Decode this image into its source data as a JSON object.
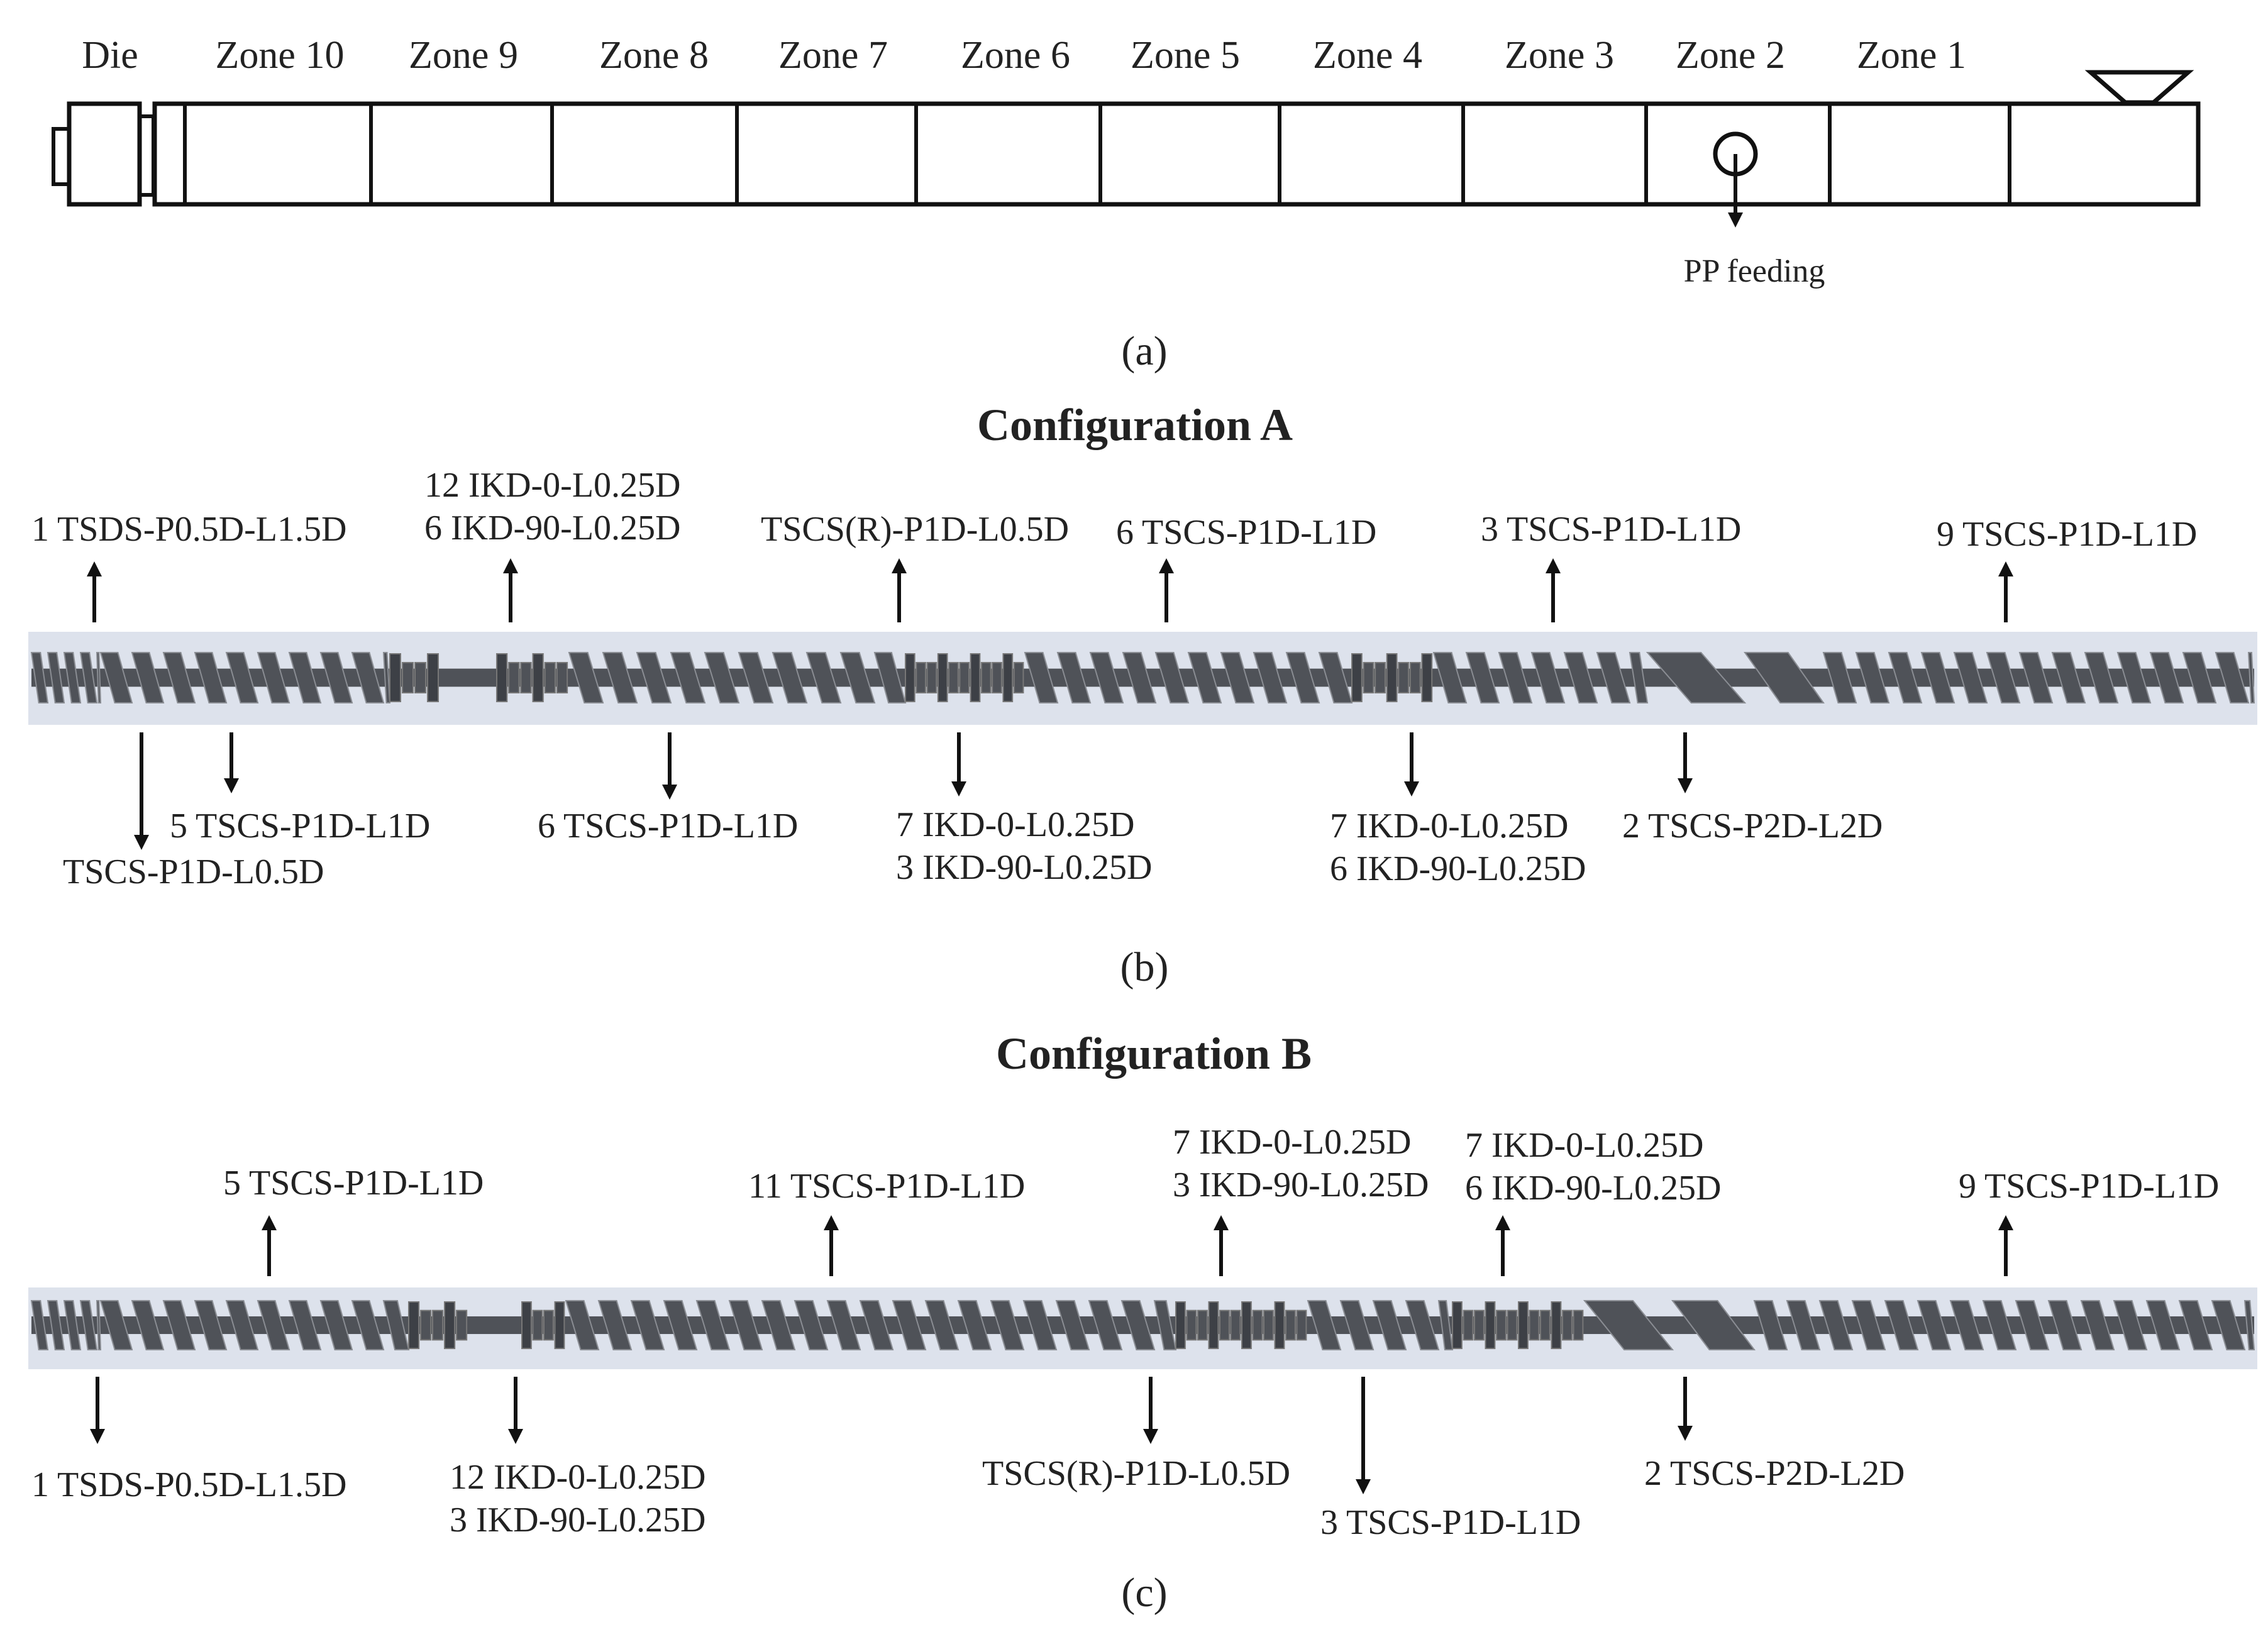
{
  "panel_a": {
    "die_label": "Die",
    "zones": [
      "Zone 10",
      "Zone 9",
      "Zone 8",
      "Zone 7",
      "Zone 6",
      "Zone 5",
      "Zone 4",
      "Zone 3",
      "Zone 2",
      "Zone 1"
    ],
    "feed_label": "PP feeding",
    "caption": "(a)"
  },
  "panel_b": {
    "title": "Configuration A",
    "caption": "(b)",
    "top": [
      {
        "lines": [
          "1 TSDS-P0.5D-L1.5D"
        ]
      },
      {
        "lines": [
          "12 IKD-0-L0.25D",
          "6 IKD-90-L0.25D"
        ]
      },
      {
        "lines": [
          "TSCS(R)-P1D-L0.5D"
        ]
      },
      {
        "lines": [
          "6 TSCS-P1D-L1D"
        ]
      },
      {
        "lines": [
          "3 TSCS-P1D-L1D"
        ]
      },
      {
        "lines": [
          "9 TSCS-P1D-L1D"
        ]
      }
    ],
    "bottom": [
      {
        "lines": [
          "TSCS-P1D-L0.5D"
        ]
      },
      {
        "lines": [
          "5 TSCS-P1D-L1D"
        ]
      },
      {
        "lines": [
          "6 TSCS-P1D-L1D"
        ]
      },
      {
        "lines": [
          "7 IKD-0-L0.25D",
          "3 IKD-90-L0.25D"
        ]
      },
      {
        "lines": [
          "7 IKD-0-L0.25D",
          "6 IKD-90-L0.25D"
        ]
      },
      {
        "lines": [
          "2 TSCS-P2D-L2D"
        ]
      }
    ]
  },
  "panel_c": {
    "title": "Configuration B",
    "caption": "(c)",
    "top": [
      {
        "lines": [
          "5 TSCS-P1D-L1D"
        ]
      },
      {
        "lines": [
          "11 TSCS-P1D-L1D"
        ]
      },
      {
        "lines": [
          "7 IKD-0-L0.25D",
          "3 IKD-90-L0.25D"
        ]
      },
      {
        "lines": [
          "7 IKD-0-L0.25D",
          "6 IKD-90-L0.25D"
        ]
      },
      {
        "lines": [
          "9 TSCS-P1D-L1D"
        ]
      }
    ],
    "bottom": [
      {
        "lines": [
          "1 TSDS-P0.5D-L1.5D"
        ]
      },
      {
        "lines": [
          "12 IKD-0-L0.25D",
          "3 IKD-90-L0.25D"
        ]
      },
      {
        "lines": [
          "TSCS(R)-P1D-L0.5D"
        ]
      },
      {
        "lines": [
          "3 TSCS-P1D-L1D"
        ]
      },
      {
        "lines": [
          "2 TSCS-P2D-L2D"
        ]
      }
    ]
  },
  "colors": {
    "line": "#111111",
    "band": "#dde2ec",
    "screw": "#4f5258",
    "screw_light": "#8a8d93",
    "text": "#222222"
  }
}
